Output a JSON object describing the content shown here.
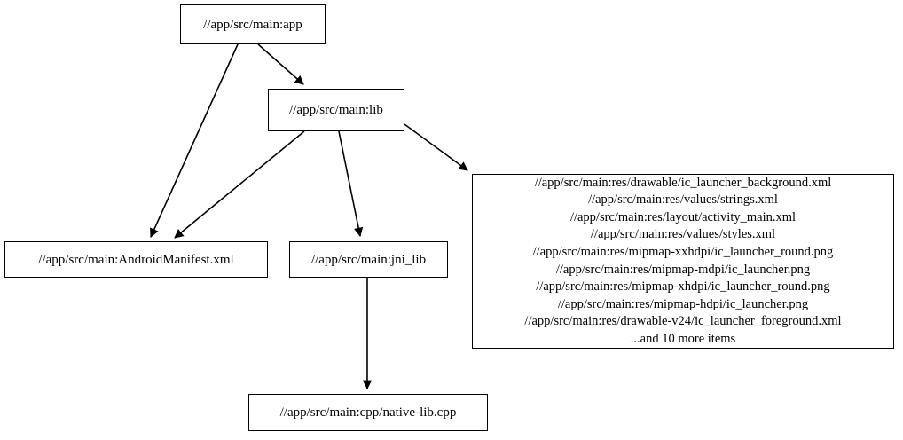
{
  "graph": {
    "type": "directed-dependency-graph",
    "background_color": "#ffffff",
    "node_border_color": "#000000",
    "edge_color": "#000000",
    "text_color": "#000000",
    "nodes": [
      {
        "id": "app",
        "label": "//app/src/main:app"
      },
      {
        "id": "lib",
        "label": "//app/src/main:lib"
      },
      {
        "id": "manifest",
        "label": "//app/src/main:AndroidManifest.xml"
      },
      {
        "id": "jni",
        "label": "//app/src/main:jni_lib"
      },
      {
        "id": "native",
        "label": "//app/src/main:cpp/native-lib.cpp"
      },
      {
        "id": "res",
        "label": "//app/src/main:res/drawable/ic_launcher_background.xml\n//app/src/main:res/values/strings.xml\n//app/src/main:res/layout/activity_main.xml\n//app/src/main:res/values/styles.xml\n//app/src/main:res/mipmap-xxhdpi/ic_launcher_round.png\n//app/src/main:res/mipmap-mdpi/ic_launcher.png\n//app/src/main:res/mipmap-xhdpi/ic_launcher_round.png\n//app/src/main:res/mipmap-hdpi/ic_launcher.png\n//app/src/main:res/drawable-v24/ic_launcher_foreground.xml\n...and 10 more items",
        "lines": [
          "//app/src/main:res/drawable/ic_launcher_background.xml",
          "//app/src/main:res/values/strings.xml",
          "//app/src/main:res/layout/activity_main.xml",
          "//app/src/main:res/values/styles.xml",
          "//app/src/main:res/mipmap-xxhdpi/ic_launcher_round.png",
          "//app/src/main:res/mipmap-mdpi/ic_launcher.png",
          "//app/src/main:res/mipmap-xhdpi/ic_launcher_round.png",
          "//app/src/main:res/mipmap-hdpi/ic_launcher.png",
          "//app/src/main:res/drawable-v24/ic_launcher_foreground.xml",
          "...and 10 more items"
        ]
      }
    ],
    "edges": [
      {
        "from": "app",
        "to": "lib"
      },
      {
        "from": "app",
        "to": "manifest"
      },
      {
        "from": "lib",
        "to": "manifest"
      },
      {
        "from": "lib",
        "to": "jni"
      },
      {
        "from": "lib",
        "to": "res"
      },
      {
        "from": "jni",
        "to": "native"
      }
    ]
  }
}
